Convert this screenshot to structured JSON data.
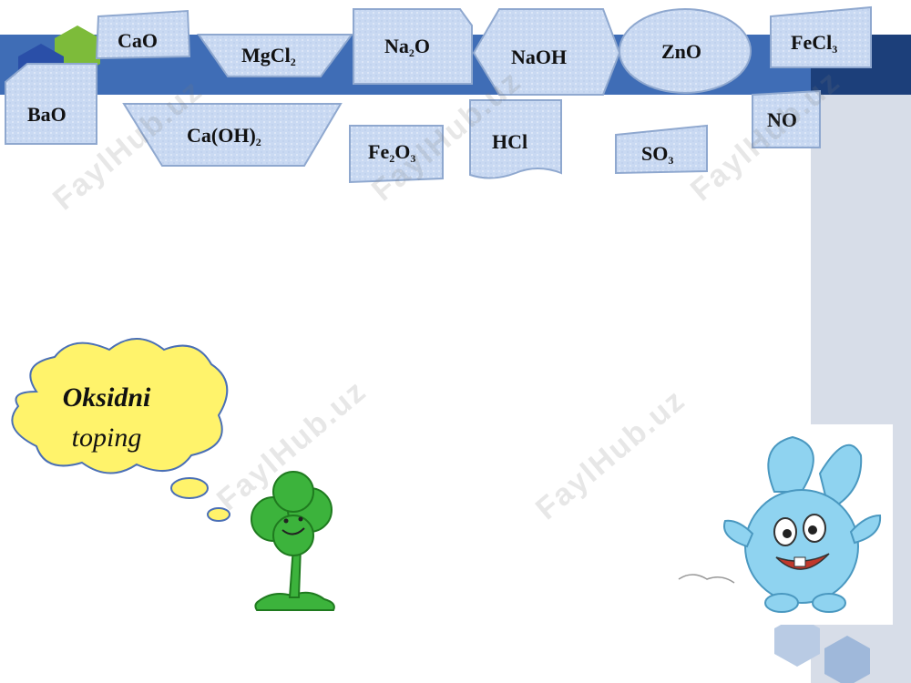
{
  "compounds": [
    {
      "id": "cao",
      "base": "CaO",
      "sub": ""
    },
    {
      "id": "mgcl2",
      "base": "MgCl",
      "sub": "2"
    },
    {
      "id": "na2o",
      "base": "Na",
      "sub": "2",
      "tail": "O"
    },
    {
      "id": "naoh",
      "base": "NaOH",
      "sub": ""
    },
    {
      "id": "zno",
      "base": "ZnO",
      "sub": ""
    },
    {
      "id": "fecl3",
      "base": "FeCl",
      "sub": "3"
    },
    {
      "id": "bao",
      "base": "BaO",
      "sub": ""
    },
    {
      "id": "caoh2",
      "base": "Ca(OH)",
      "sub": "2"
    },
    {
      "id": "fe2o3",
      "base": "Fe",
      "sub": "2",
      "tail": "O",
      "sub2": "3"
    },
    {
      "id": "hcl",
      "base": "HCl",
      "sub": ""
    },
    {
      "id": "so3",
      "base": "SO",
      "sub": "3"
    },
    {
      "id": "no",
      "base": "NO",
      "sub": ""
    }
  ],
  "prompt": {
    "line1": "Oksidni",
    "line2": "toping"
  },
  "watermark": "FaylHub.uz",
  "colors": {
    "band": "#3e6db5",
    "cardFill": "#c9d9f2",
    "cardStroke": "#8fa8cf",
    "cloud": "#fff36b",
    "sidebar": "#d5dce8",
    "clover": "#3cb33c",
    "rabbit": "#8fd3f0"
  }
}
